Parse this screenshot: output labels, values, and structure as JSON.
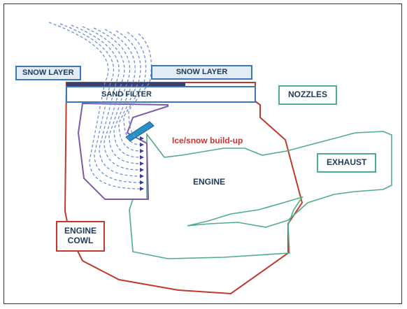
{
  "labels": {
    "snow_layer_left": "SNOW LAYER",
    "snow_layer_right": "SNOW LAYER",
    "sand_filter": "SAND FILTER",
    "nozzles": "NOZZLES",
    "ice_snow": "Ice/snow build-up",
    "exhaust": "EXHAUST",
    "engine": "ENGINE",
    "engine_cowl_line1": "ENGINE",
    "engine_cowl_line2": "COWL"
  },
  "colors": {
    "cowl": "#c0392b",
    "engine": "#4fae86",
    "airflow": "#6b8fd6",
    "duct": "#7b5ca8",
    "filter": "#3a78b5",
    "ice": "#2a8fc7",
    "ice_label": "#d0312d"
  },
  "airflow_streamlines": 9
}
